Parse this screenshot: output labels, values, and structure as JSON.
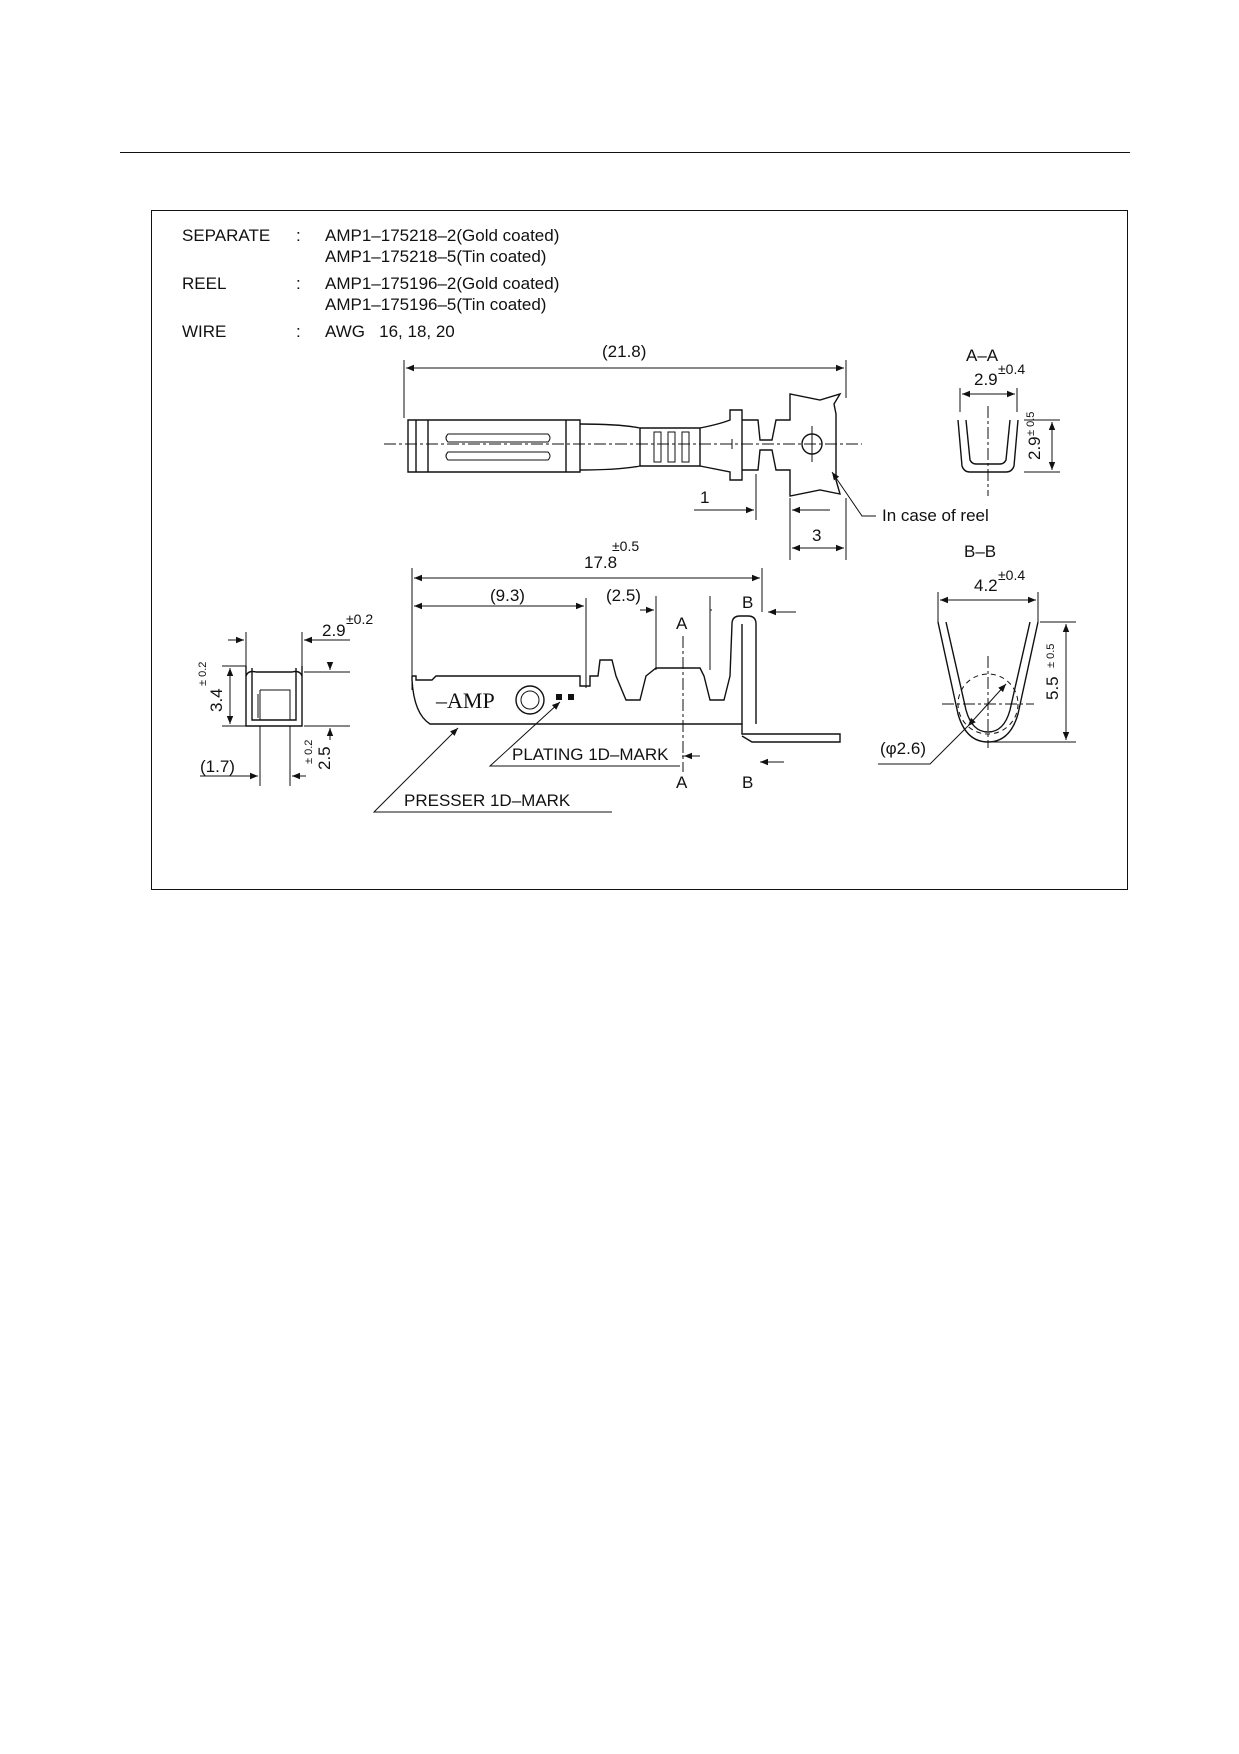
{
  "spec": {
    "separate_label": "SEPARATE",
    "reel_label": "REEL",
    "wire_label": "WIRE",
    "colon": ":",
    "separate_part_1": "AMP1–175218–2(Gold coated)",
    "separate_part_2": "AMP1–175218–5(Tin coated)",
    "reel_part_1": "AMP1–175196–2(Gold coated)",
    "reel_part_2": "AMP1–175196–5(Tin coated)",
    "wire_value": "AWG   16, 18, 20"
  },
  "top_view": {
    "overall_length": "(21.8)",
    "dim_1": "1",
    "dim_3": "3",
    "reel_note": "In case of reel"
  },
  "section_aa": {
    "title": "A–A",
    "width": "2.9",
    "width_tol": "±0.4",
    "height": "2.9",
    "height_tol": "± 0.5"
  },
  "side_view": {
    "length": "17.8",
    "length_tol": "±0.5",
    "dim_9_3": "(9.3)",
    "dim_2_5": "(2.5)",
    "marker_a": "A",
    "marker_b": "B",
    "amp_mark": "–AMP",
    "plating_mark": "PLATING 1D–MARK",
    "presser_mark": "PRESSER 1D–MARK"
  },
  "section_bb": {
    "title": "B–B",
    "width": "4.2",
    "width_tol": "±0.4",
    "height": "5.5",
    "height_tol": "± 0.5",
    "diameter": "(φ2.6)"
  },
  "end_view": {
    "width": "2.9",
    "width_tol": "±0.2",
    "height": "3.4",
    "height_tol": "± 0.2",
    "inner_height": "2.5",
    "inner_height_tol": "± 0.2",
    "gap": "(1.7)"
  }
}
